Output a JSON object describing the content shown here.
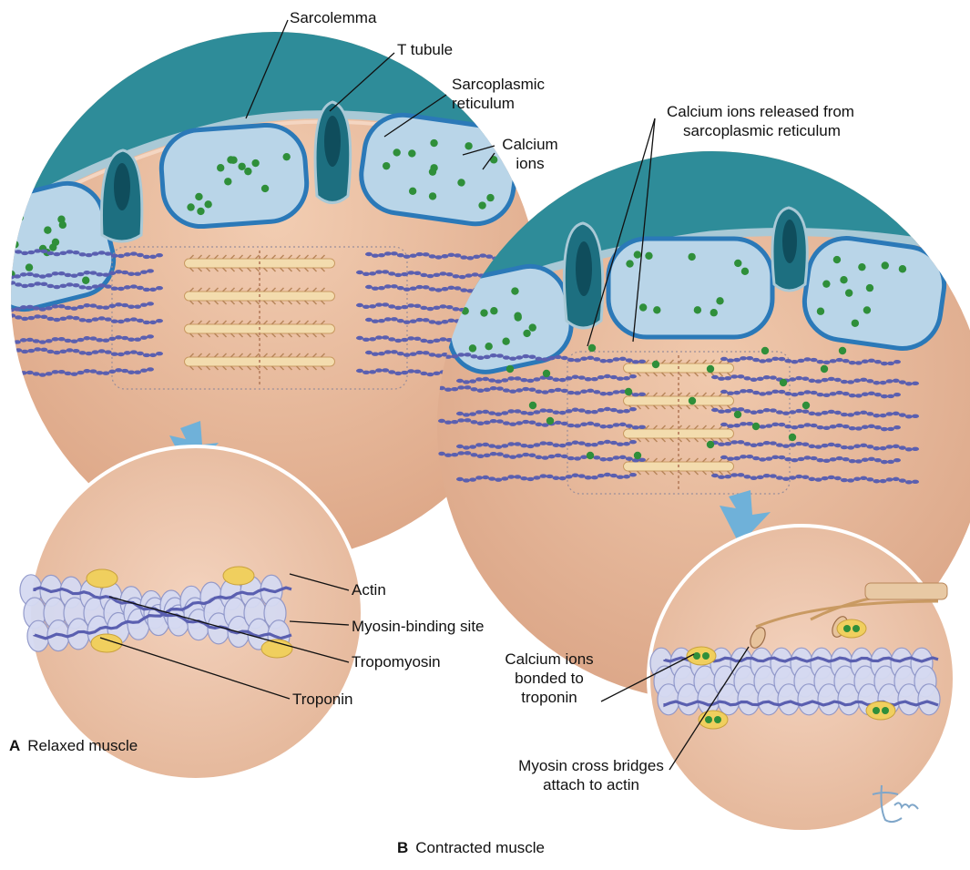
{
  "labels": {
    "sarcolemma": "Sarcolemma",
    "t_tubule": "T tubule",
    "sarcoplasmic_reticulum": [
      "Sarcoplasmic",
      "reticulum"
    ],
    "calcium_ions": [
      "Calcium",
      "ions"
    ],
    "calcium_released": [
      "Calcium ions released from",
      "sarcoplasmic reticulum"
    ],
    "actin": "Actin",
    "myosin_binding_site": "Myosin-binding site",
    "tropomyosin": "Tropomyosin",
    "troponin": "Troponin",
    "calcium_bonded": [
      "Calcium ions",
      "bonded to",
      "troponin"
    ],
    "cross_bridges": [
      "Myosin cross bridges",
      "attach to actin"
    ]
  },
  "panels": {
    "a": {
      "letter": "A",
      "caption": "Relaxed muscle"
    },
    "b": {
      "letter": "B",
      "caption": "Contracted muscle"
    }
  },
  "colors": {
    "extracellular": "#2e8c99",
    "cytoplasm": "#ecc3a5",
    "reticulum_fill": "#b9d5e8",
    "reticulum_edge": "#2b79b8",
    "calcium": "#2f8f3a",
    "actin_chain": "#5a5fb0",
    "troponin": "#f0cf5e",
    "arrow": "#6fb1d9"
  }
}
